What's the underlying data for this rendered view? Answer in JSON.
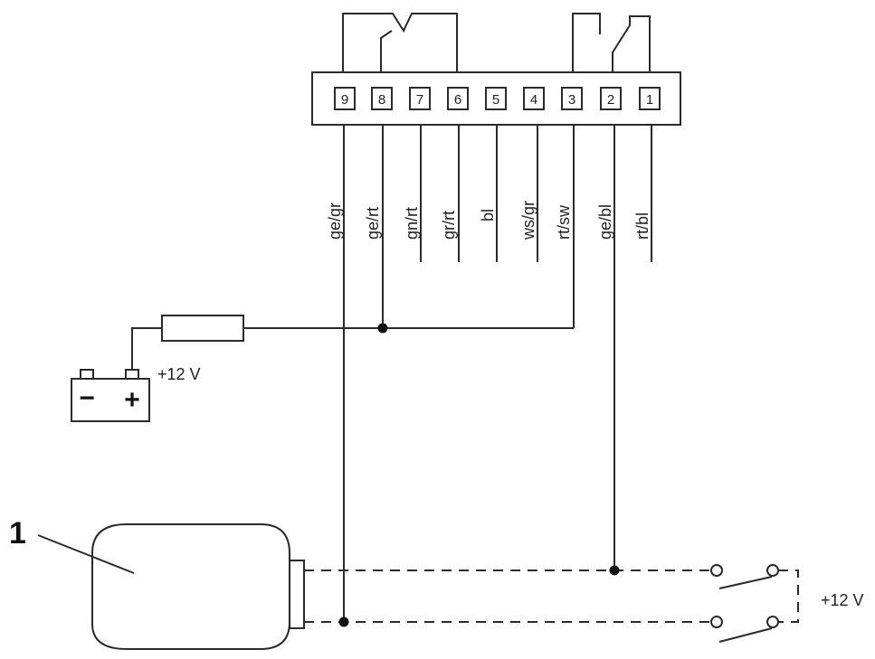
{
  "pins": [
    {
      "number": "9",
      "wire": "ge/gr"
    },
    {
      "number": "8",
      "wire": "ge/rt"
    },
    {
      "number": "7",
      "wire": "gn/rt"
    },
    {
      "number": "6",
      "wire": "gr/rt"
    },
    {
      "number": "5",
      "wire": "bl"
    },
    {
      "number": "4",
      "wire": "ws/gr"
    },
    {
      "number": "3",
      "wire": "rt/sw"
    },
    {
      "number": "2",
      "wire": "ge/bl"
    },
    {
      "number": "1",
      "wire": "rt/bl"
    }
  ],
  "battery": {
    "voltage_label": "+12 V",
    "minus_sign": "−",
    "plus_sign": "+"
  },
  "motor": {
    "callout": "1"
  },
  "switch_supply": {
    "voltage_label": "+12 V"
  }
}
